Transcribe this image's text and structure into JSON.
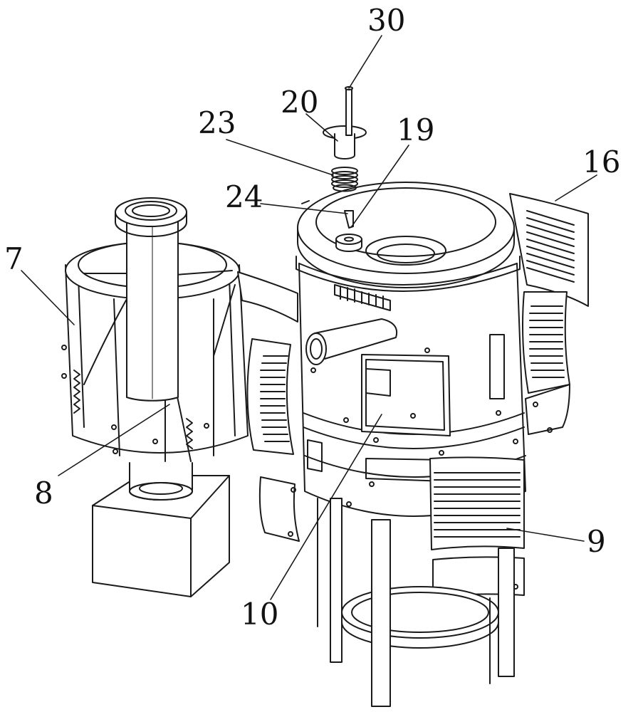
{
  "figure": {
    "part_labels": {
      "l30": "30",
      "l20": "20",
      "l19": "19",
      "l23": "23",
      "l24": "24",
      "l16": "16",
      "l7": "7",
      "l8": "8",
      "l9": "9",
      "l10": "10"
    },
    "line_color": "#1a1a1a",
    "shade_color": "#d9d9d9"
  }
}
